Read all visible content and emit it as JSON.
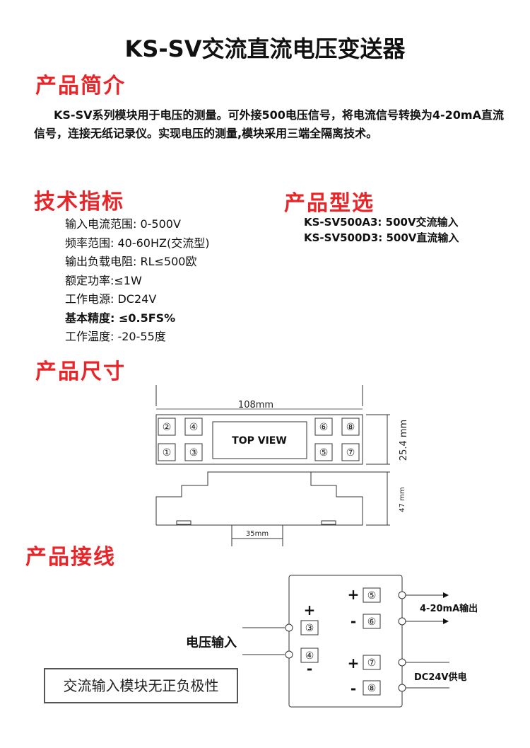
{
  "title": "KS-SV交流直流电压变送器",
  "sections": {
    "intro_head": "产品简介",
    "specs_head": "技术指标",
    "models_head": "产品型选",
    "dimension_head": "产品尺寸",
    "wiring_head": "产品接线"
  },
  "intro_text": "KS-SV系列模块用于电压的测量。可外接500电压信号，将电流信号转换为4-20mA直流信号，连接无纸记录仪。实现电压的测量,模块采用三端全隔离技术。",
  "specs": [
    "输入电流范围: 0-500V",
    "频率范围: 40-60HZ(交流型)",
    "输出负载电阻: RL≤500欧",
    "额定功率:≤1W",
    "工作电源: DC24V",
    "基本精度: ≤0.5FS%",
    "工作温度: -20-55度"
  ],
  "models": [
    "KS-SV500A3: 500V交流输入",
    "KS-SV500D3: 500V直流输入"
  ],
  "dimension": {
    "width_label": "108mm",
    "height_label": "25.4 mm",
    "depth_label": "47 mm",
    "rail_label": "35mm",
    "top_view_label": "TOP VIEW",
    "terminals_top_left": [
      "②",
      "④"
    ],
    "terminals_bottom_left": [
      "①",
      "③"
    ],
    "terminals_top_right": [
      "⑥",
      "⑧"
    ],
    "terminals_bottom_right": [
      "⑤",
      "⑦"
    ]
  },
  "wiring": {
    "input_label": "电压输入",
    "output_label": "4-20mA输出",
    "power_label": "DC24V供电",
    "note": "交流输入模块无正负极性",
    "plus": "+",
    "minus": "-",
    "t3": "③",
    "t4": "④",
    "t5": "⑤",
    "t6": "⑥",
    "t7": "⑦",
    "t8": "⑧"
  }
}
